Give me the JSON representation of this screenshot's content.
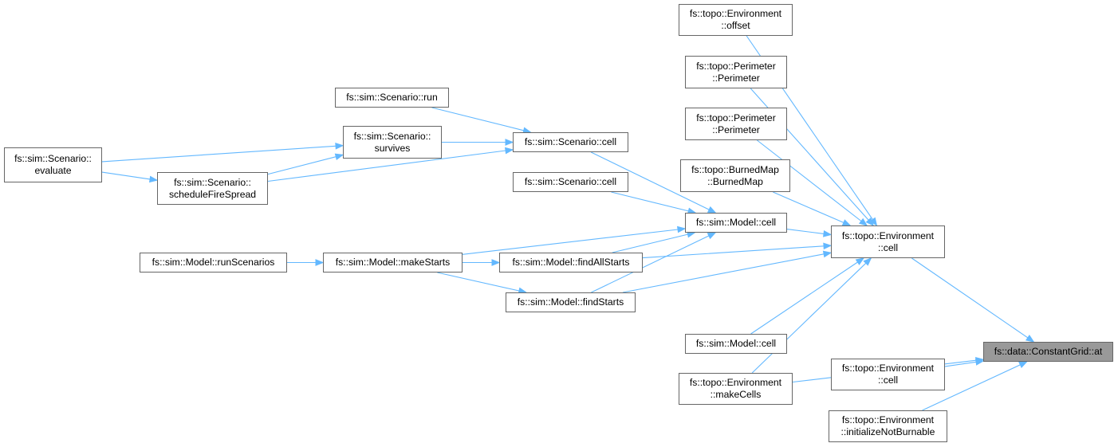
{
  "colors": {
    "edge": "#63b8ff",
    "node_border": "#666666",
    "node_bg": "#ffffff",
    "target_bg": "#999999"
  },
  "nodes": {
    "constantgrid_at": [
      "fs::data::ConstantGrid::at"
    ],
    "env_cell_main": [
      "fs::topo::Environment",
      "::cell"
    ],
    "env_cell_lower": [
      "fs::topo::Environment",
      "::cell"
    ],
    "env_init_not_burnable": [
      "fs::topo::Environment",
      "::initializeNotBurnable"
    ],
    "env_make_cells": [
      "fs::topo::Environment",
      "::makeCells"
    ],
    "env_offset": [
      "fs::topo::Environment",
      "::offset"
    ],
    "perimeter_1": [
      "fs::topo::Perimeter",
      "::Perimeter"
    ],
    "perimeter_2": [
      "fs::topo::Perimeter",
      "::Perimeter"
    ],
    "burned_map": [
      "fs::topo::BurnedMap",
      "::BurnedMap"
    ],
    "model_cell_main": [
      "fs::sim::Model::cell"
    ],
    "model_cell_lower": [
      "fs::sim::Model::cell"
    ],
    "model_find_all_starts": [
      "fs::sim::Model::findAllStarts"
    ],
    "model_find_starts": [
      "fs::sim::Model::findStarts"
    ],
    "model_make_starts": [
      "fs::sim::Model::makeStarts"
    ],
    "model_run_scenarios": [
      "fs::sim::Model::runScenarios"
    ],
    "scenario_cell_main": [
      "fs::sim::Scenario::cell"
    ],
    "scenario_cell_2": [
      "fs::sim::Scenario::cell"
    ],
    "scenario_run": [
      "fs::sim::Scenario::run"
    ],
    "scenario_survives": [
      "fs::sim::Scenario::",
      "survives"
    ],
    "scenario_schedule": [
      "fs::sim::Scenario::",
      "scheduleFireSpread"
    ],
    "scenario_evaluate": [
      "fs::sim::Scenario::",
      "evaluate"
    ]
  },
  "edges": [
    [
      "env_cell_main",
      "constantgrid_at"
    ],
    [
      "env_make_cells",
      "constantgrid_at"
    ],
    [
      "env_cell_lower",
      "constantgrid_at"
    ],
    [
      "env_init_not_burnable",
      "constantgrid_at"
    ],
    [
      "env_offset",
      "env_cell_main"
    ],
    [
      "perimeter_1",
      "env_cell_main"
    ],
    [
      "perimeter_2",
      "env_cell_main"
    ],
    [
      "burned_map",
      "env_cell_main"
    ],
    [
      "model_cell_main",
      "env_cell_main"
    ],
    [
      "model_find_all_starts",
      "env_cell_main"
    ],
    [
      "model_find_starts",
      "env_cell_main"
    ],
    [
      "model_cell_lower",
      "env_cell_main"
    ],
    [
      "env_make_cells",
      "env_cell_main"
    ],
    [
      "scenario_cell_main",
      "model_cell_main"
    ],
    [
      "scenario_cell_2",
      "model_cell_main"
    ],
    [
      "model_make_starts",
      "model_cell_main"
    ],
    [
      "model_find_all_starts",
      "model_cell_main"
    ],
    [
      "model_find_starts",
      "model_cell_main"
    ],
    [
      "model_make_starts",
      "model_find_all_starts"
    ],
    [
      "model_make_starts",
      "model_find_starts"
    ],
    [
      "model_run_scenarios",
      "model_make_starts"
    ],
    [
      "scenario_run",
      "scenario_cell_main"
    ],
    [
      "scenario_survives",
      "scenario_cell_main"
    ],
    [
      "scenario_schedule",
      "scenario_cell_main"
    ],
    [
      "scenario_evaluate",
      "scenario_survives"
    ],
    [
      "scenario_schedule",
      "scenario_survives"
    ],
    [
      "scenario_evaluate",
      "scenario_schedule"
    ]
  ]
}
